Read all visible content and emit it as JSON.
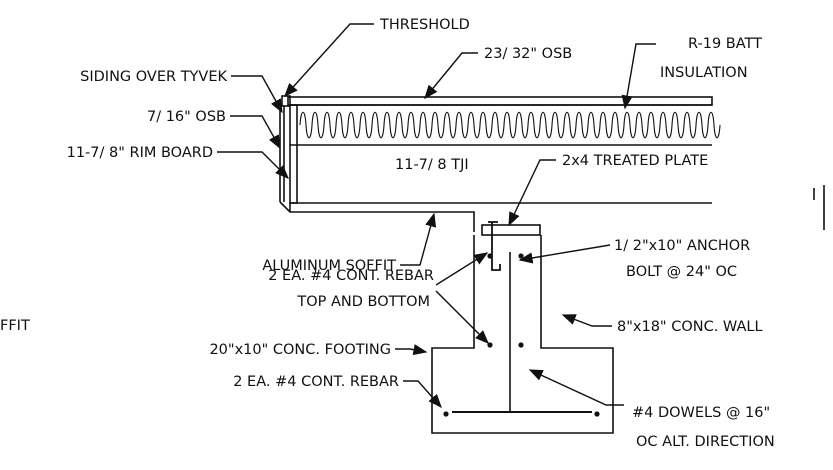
{
  "labels": {
    "threshold": "THRESHOLD",
    "osb_23_32": "23/ 32\" OSB",
    "batt_line1": "R-19 BATT",
    "batt_line2": "INSULATION",
    "siding": "SIDING OVER TYVEK",
    "osb_7_16": "7/ 16\" OSB",
    "rim_board": "11-7/ 8\" RIM BOARD",
    "tji": "11-7/ 8 TJI",
    "treated_plate": "2x4 TREATED PLATE",
    "aluminum_soffit": "ALUMINUM SOFFIT",
    "anchor_line1": "1/ 2\"x10\" ANCHOR",
    "anchor_line2": "BOLT @ 24\" OC",
    "rebar_top_line1": "2 EA. #4 CONT. REBAR",
    "rebar_top_line2": "TOP AND BOTTOM",
    "conc_wall": "8\"x18\" CONC. WALL",
    "footing": "20\"x10\" CONC. FOOTING",
    "rebar_footing": "2 EA. #4 CONT. REBAR",
    "dowels_line1": "#4 DOWELS @ 16\"",
    "dowels_line2": "OC ALT. DIRECTION",
    "fragment_left": "FFIT"
  }
}
